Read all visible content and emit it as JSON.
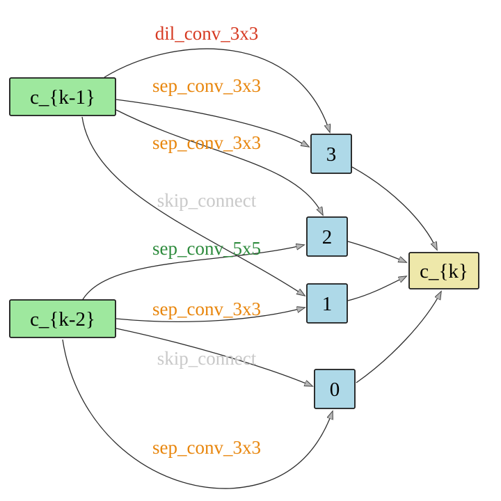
{
  "diagram": {
    "type": "nas-cell-graph",
    "nodes": {
      "ck1": {
        "label": "c_{k-1}",
        "fill": "#9ee89e",
        "border": "#1a1a1a"
      },
      "ck2": {
        "label": "c_{k-2}",
        "fill": "#9ee89e",
        "border": "#1a1a1a"
      },
      "n3": {
        "label": "3",
        "fill": "#aed9e8",
        "border": "#1a1a1a"
      },
      "n2": {
        "label": "2",
        "fill": "#aed9e8",
        "border": "#1a1a1a"
      },
      "n1": {
        "label": "1",
        "fill": "#aed9e8",
        "border": "#1a1a1a"
      },
      "n0": {
        "label": "0",
        "fill": "#aed9e8",
        "border": "#1a1a1a"
      },
      "ck": {
        "label": "c_{k}",
        "fill": "#eee8aa",
        "border": "#1a1a1a"
      }
    },
    "edges": [
      {
        "from": "c_{k-1}",
        "to": "3",
        "op": "dil_conv_3x3",
        "color": "#d63a22"
      },
      {
        "from": "c_{k-1}",
        "to": "3",
        "op": "sep_conv_3x3",
        "color": "#e8860d"
      },
      {
        "from": "c_{k-1}",
        "to": "2",
        "op": "sep_conv_3x3",
        "color": "#e8860d"
      },
      {
        "from": "c_{k-1}",
        "to": "1",
        "op": "skip_connect",
        "color": "#c9c9c9"
      },
      {
        "from": "c_{k-2}",
        "to": "2",
        "op": "sep_conv_5x5",
        "color": "#2e8b3d"
      },
      {
        "from": "c_{k-2}",
        "to": "1",
        "op": "sep_conv_3x3",
        "color": "#e8860d"
      },
      {
        "from": "c_{k-2}",
        "to": "0",
        "op": "skip_connect",
        "color": "#c9c9c9"
      },
      {
        "from": "c_{k-2}",
        "to": "0",
        "op": "sep_conv_3x3",
        "color": "#e8860d"
      },
      {
        "from": "3",
        "to": "c_{k}",
        "op": "",
        "color": "#2b2b2b"
      },
      {
        "from": "2",
        "to": "c_{k}",
        "op": "",
        "color": "#2b2b2b"
      },
      {
        "from": "1",
        "to": "c_{k}",
        "op": "",
        "color": "#2b2b2b"
      },
      {
        "from": "0",
        "to": "c_{k}",
        "op": "",
        "color": "#2b2b2b"
      }
    ]
  }
}
